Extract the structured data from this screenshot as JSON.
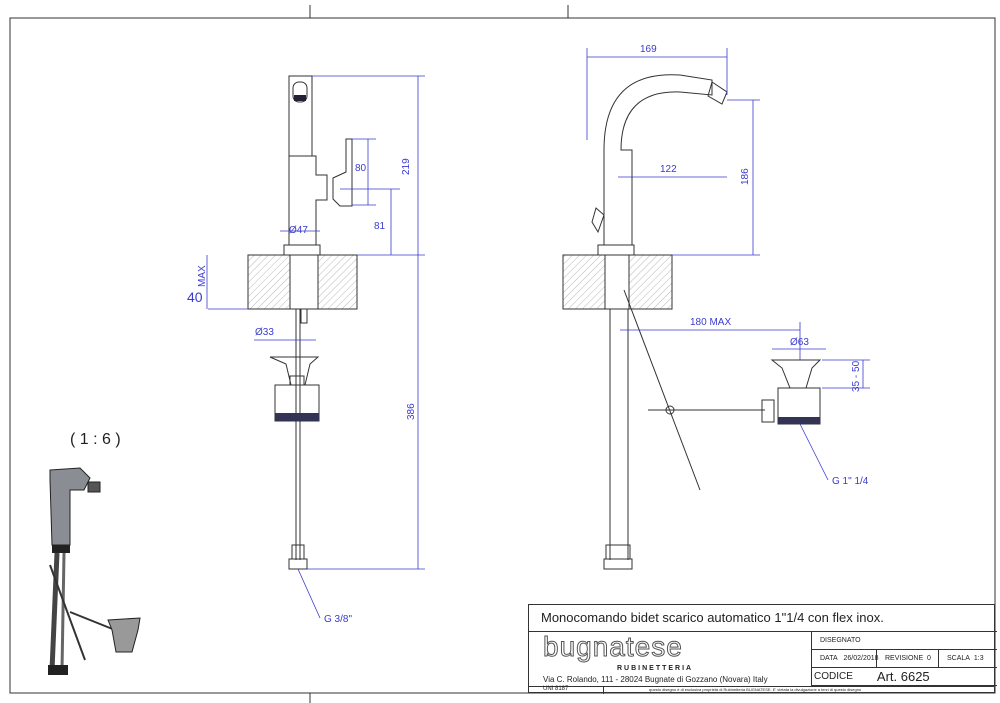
{
  "scale_label": "( 1 : 6 )",
  "dimensions": {
    "front": {
      "total_height": "219",
      "lever": "80",
      "spout_height": "81",
      "base_dia": "Ø47",
      "counter_max": "MAX",
      "counter_value": "40",
      "shank_dia": "Ø33",
      "flex_length": "386",
      "flex_thread": "G 3/8\""
    },
    "side": {
      "reach": "169",
      "spout_reach": "122",
      "spout_height": "186",
      "drain_max": "180 MAX",
      "drain_dia": "Ø63",
      "drain_range": "35 - 50",
      "drain_thread": "G 1\" 1/4"
    }
  },
  "title_block": {
    "title": "Monocomando bidet scarico automatico 1\"1/4 con flex inox.",
    "brand": "bugnatese",
    "brand_sub": "RUBINETTERIA",
    "address": "Via C. Rolando, 111 - 28024 Bugnate di Gozzano (Novara) Italy",
    "disegnato_label": "DISEGNATO",
    "data_label": "DATA",
    "data_value": "26/02/2018",
    "revisione_label": "REVISIONE",
    "revisione_value": "0",
    "scala_label": "SCALA",
    "scala_value": "1:3",
    "codice_label": "CODICE",
    "codice_value": "Art. 6625",
    "standard": "UNI 8187",
    "disclaimer": "questo disegno è di esclusiva proprietà di Rubinetteria BUGNATESE. E' vietata la divulgazione a terzi di questo disegno"
  },
  "colors": {
    "dimension": "#3a3ad0",
    "line": "#333333"
  }
}
